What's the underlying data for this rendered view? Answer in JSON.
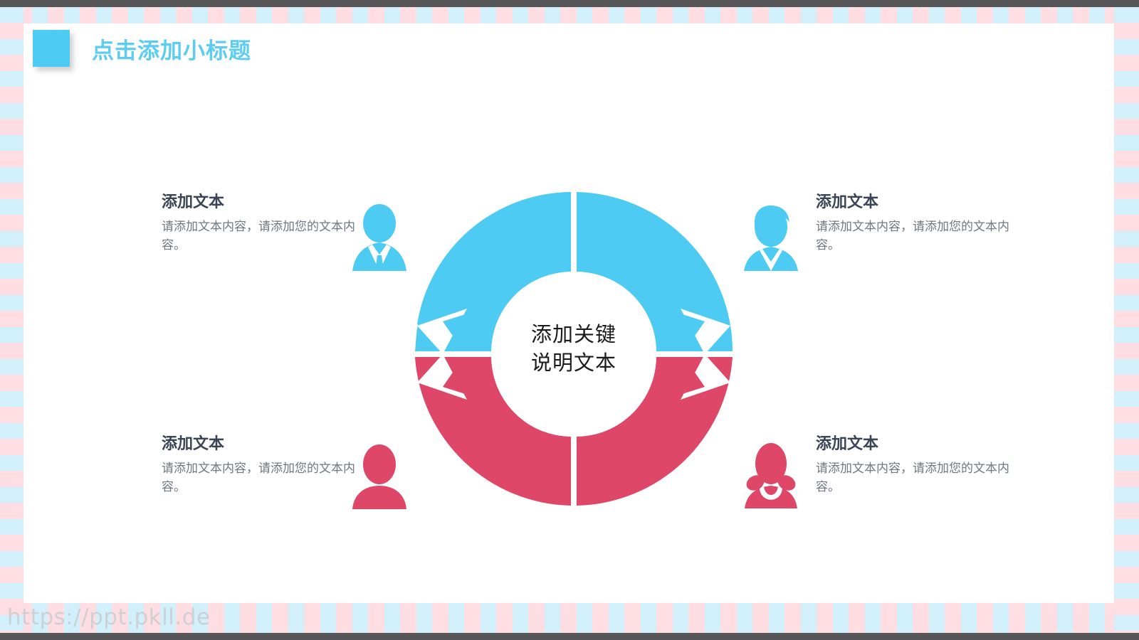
{
  "slide": {
    "header": {
      "title": "点击添加小标题",
      "accent_color": "#5ccdf0",
      "square_icon": "blue-square-icon"
    },
    "watermark": "https://ppt.pkll.de",
    "frame": {
      "stripe_blue": "#d2f0fb",
      "stripe_pink": "#ffdee3",
      "bar_color": "#565659"
    }
  },
  "diagram": {
    "type": "four-quadrant-donut",
    "center": {
      "line1": "添加关键",
      "line2": "说明文本"
    },
    "segment_colors": {
      "blue": "#4ecbf2",
      "pink": "#de4767"
    },
    "quadrants": [
      {
        "id": "top-left",
        "color": "#4ecbf2",
        "icon": "businessman-silhouette-icon",
        "title": "添加文本",
        "body": "请添加文本内容，请添加您的文本内容。"
      },
      {
        "id": "top-right",
        "color": "#4ecbf2",
        "icon": "young-man-silhouette-icon",
        "title": "添加文本",
        "body": "请添加文本内容，请添加您的文本内容。"
      },
      {
        "id": "bottom-left",
        "color": "#de4767",
        "icon": "person-silhouette-icon",
        "title": "添加文本",
        "body": "请添加文本内容，请添加您的文本内容。"
      },
      {
        "id": "bottom-right",
        "color": "#de4767",
        "icon": "woman-silhouette-icon",
        "title": "添加文本",
        "body": "请添加文本内容，请添加您的文本内容。"
      }
    ]
  }
}
